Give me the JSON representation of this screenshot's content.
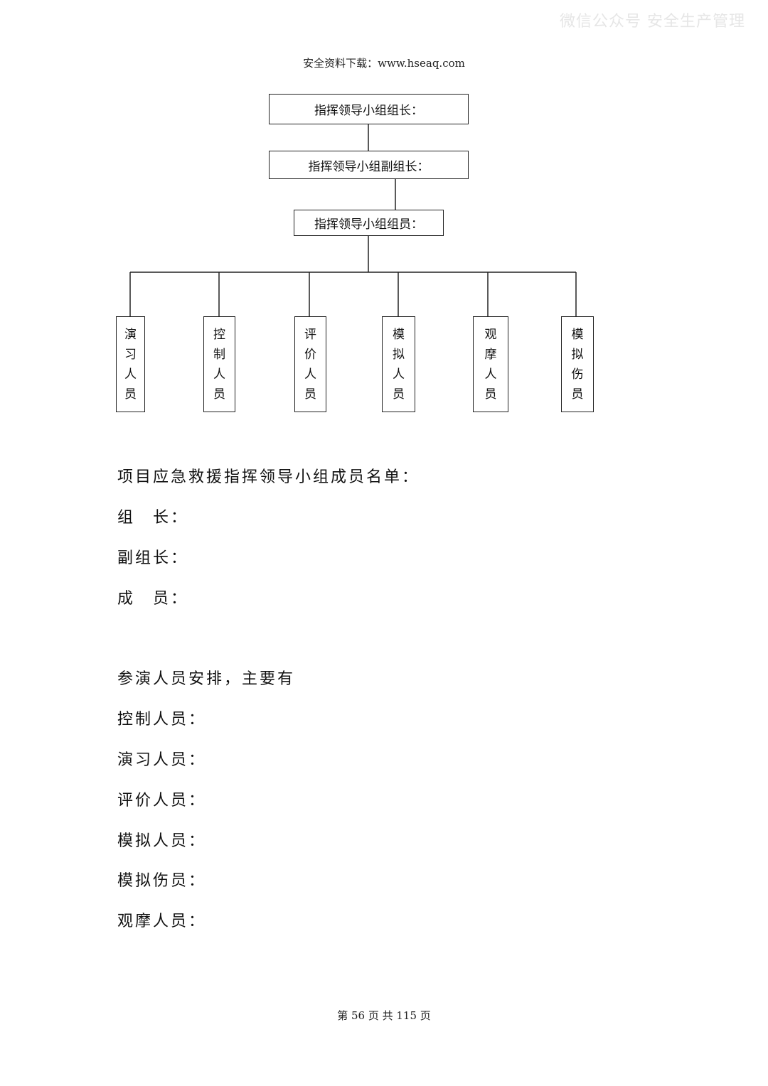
{
  "watermark": "微信公众号 安全生产管理",
  "header": "安全资料下载：www.hseaq.com",
  "org_chart": {
    "leader": "指挥领导小组组长：",
    "vice_leader": "指挥领导小组副组长：",
    "members": "指挥领导小组组员：",
    "roles": [
      {
        "chars": [
          "演",
          "习",
          "人",
          "员"
        ]
      },
      {
        "chars": [
          "控",
          "制",
          "人",
          "员"
        ]
      },
      {
        "chars": [
          "评",
          "价",
          "人",
          "员"
        ]
      },
      {
        "chars": [
          "模",
          "拟",
          "人",
          "员"
        ]
      },
      {
        "chars": [
          "观",
          "摩",
          "人",
          "员"
        ]
      },
      {
        "chars": [
          "模",
          "拟",
          "伤",
          "员"
        ]
      }
    ]
  },
  "body": {
    "list_title": "项目应急救援指挥领导小组成员名单：",
    "leader_label": "组　长：",
    "vice_label": "副组长：",
    "member_label": "成　员：",
    "arrange_title": "参演人员安排，主要有",
    "control": "控制人员：",
    "drill": "演习人员：",
    "evaluate": "评价人员：",
    "simulate": "模拟人员：",
    "injured": "模拟伤员：",
    "observe": "观摩人员："
  },
  "footer": "第 56 页 共 115 页"
}
